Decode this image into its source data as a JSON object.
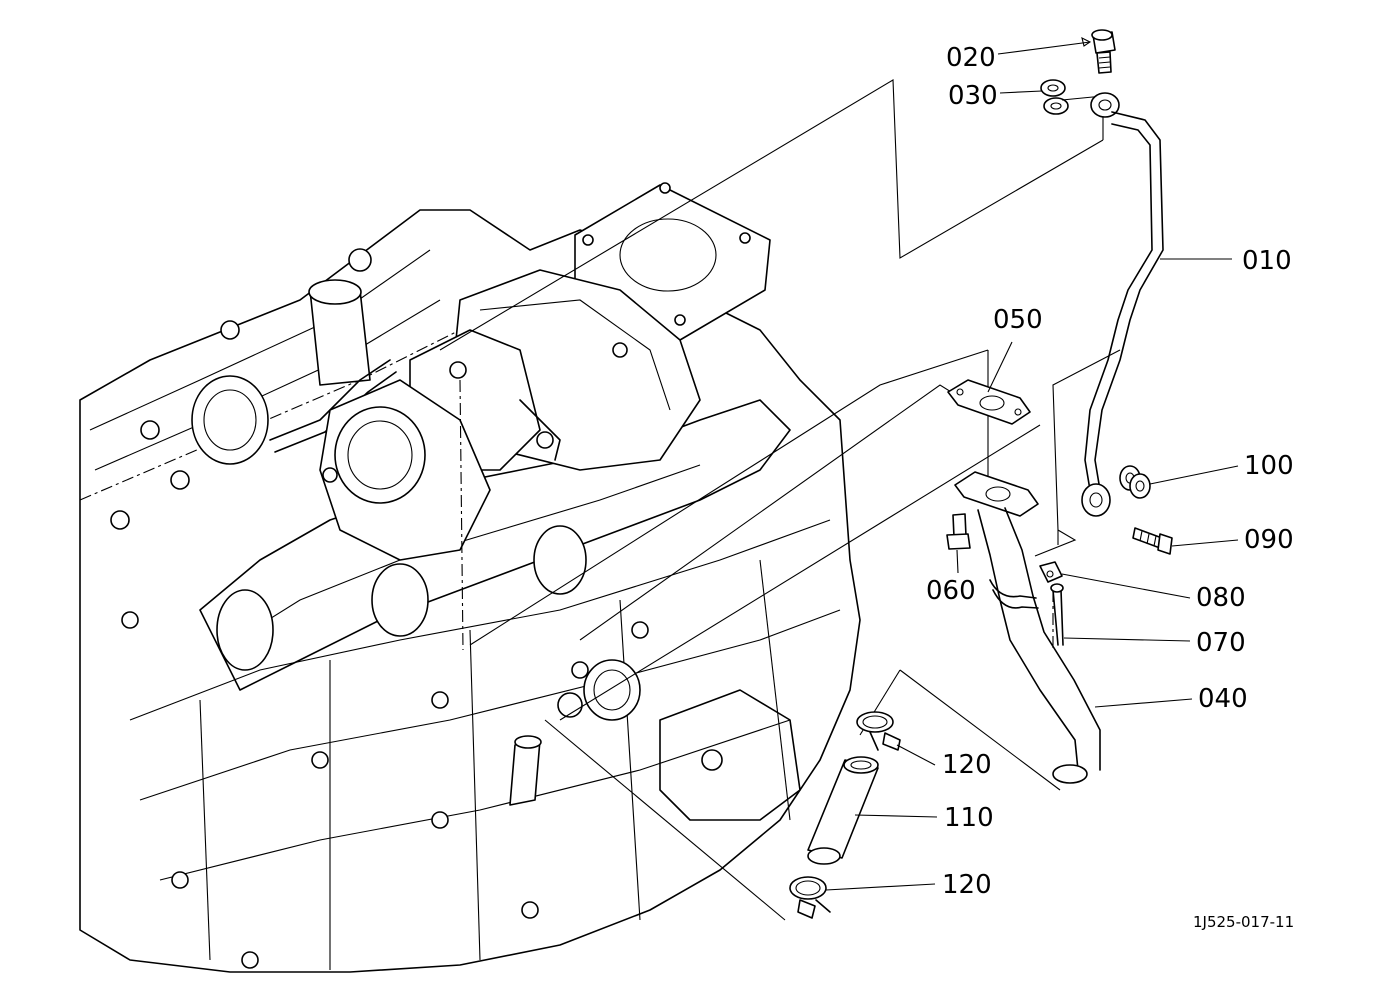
{
  "figure_id": "1J525-017-11",
  "callouts": {
    "c010": "010",
    "c020": "020",
    "c030": "030",
    "c040": "040",
    "c050": "050",
    "c060": "060",
    "c070": "070",
    "c080": "080",
    "c090": "090",
    "c100": "100",
    "c110": "110",
    "c120a": "120",
    "c120b": "120"
  },
  "colors": {
    "ink": "#000000",
    "paper": "#ffffff"
  }
}
